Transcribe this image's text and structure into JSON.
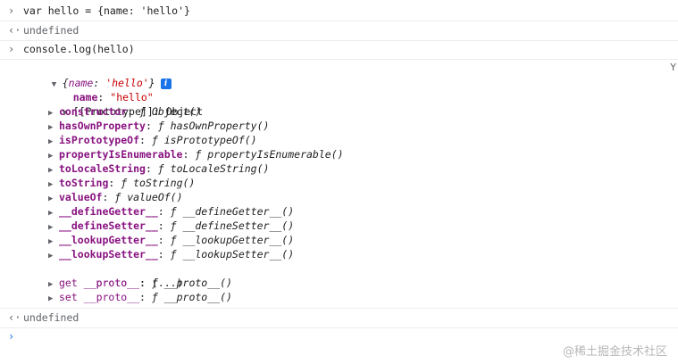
{
  "console": {
    "entry1": {
      "gutter": "›",
      "code": "var hello = {name: 'hello'}"
    },
    "result1": {
      "gutter": "‹·",
      "value": "undefined"
    },
    "entry2": {
      "gutter": "›",
      "code": "console.log(hello)"
    },
    "object": {
      "preview_open": "{",
      "preview_key": "name",
      "preview_colon": ": ",
      "preview_val": "'hello'",
      "preview_close": "}",
      "info_glyph": "i",
      "trailing": "Y",
      "name_key": "name",
      "name_val": "\"hello\"",
      "proto_label": "[[Prototype]]",
      "proto_type": "Object"
    },
    "proto_members": [
      {
        "key": "constructor",
        "f": "ƒ",
        "val": "Object()"
      },
      {
        "key": "hasOwnProperty",
        "f": "ƒ",
        "val": "hasOwnProperty()"
      },
      {
        "key": "isPrototypeOf",
        "f": "ƒ",
        "val": "isPrototypeOf()"
      },
      {
        "key": "propertyIsEnumerable",
        "f": "ƒ",
        "val": "propertyIsEnumerable()"
      },
      {
        "key": "toLocaleString",
        "f": "ƒ",
        "val": "toLocaleString()"
      },
      {
        "key": "toString",
        "f": "ƒ",
        "val": "toString()"
      },
      {
        "key": "valueOf",
        "f": "ƒ",
        "val": "valueOf()"
      },
      {
        "key": "__defineGetter__",
        "f": "ƒ",
        "val": "__defineGetter__()"
      },
      {
        "key": "__defineSetter__",
        "f": "ƒ",
        "val": "__defineSetter__()"
      },
      {
        "key": "__lookupGetter__",
        "f": "ƒ",
        "val": "__lookupGetter__()"
      },
      {
        "key": "__lookupSetter__",
        "f": "ƒ",
        "val": "__lookupSetter__()"
      }
    ],
    "proto_getter": {
      "key": "__proto__",
      "val": "(...)"
    },
    "accessors": [
      {
        "prefix": "get",
        "key": "__proto__",
        "f": "ƒ",
        "val": "__proto__()"
      },
      {
        "prefix": "set",
        "key": "__proto__",
        "f": "ƒ",
        "val": "__proto__()"
      }
    ],
    "result2": {
      "gutter": "‹·",
      "value": "undefined"
    },
    "prompt": {
      "gutter": "›"
    }
  },
  "watermark": "@稀土掘金技术社区"
}
